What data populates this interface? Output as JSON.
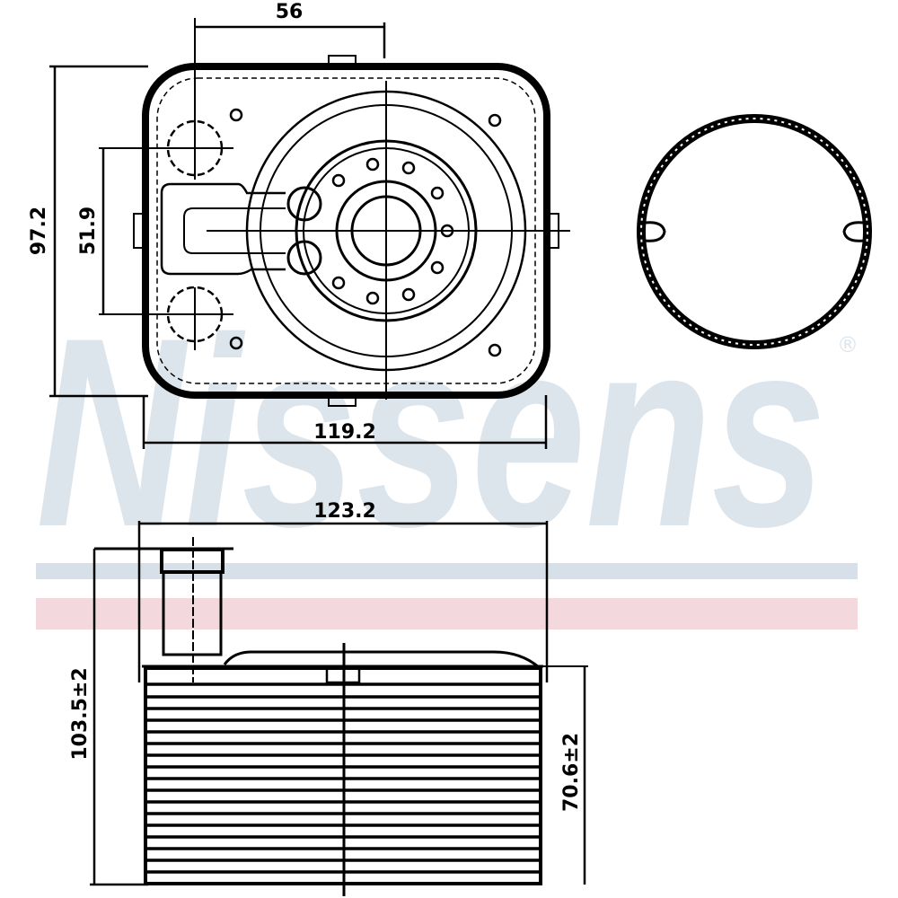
{
  "watermark": {
    "brand": "Nissens",
    "registered_symbol": "®",
    "stripe_colors": {
      "blue": "#d7e0e9",
      "red": "#f3d9de",
      "text": "#dce4ec"
    }
  },
  "top_view": {
    "dimensions": {
      "port_spacing_width": "56",
      "overall_height": "97.2",
      "port_spacing_height": "51.9",
      "body_width": "119.2"
    }
  },
  "side_view": {
    "dimensions": {
      "overall_width": "123.2",
      "overall_height": "103.5±2",
      "core_height": "70.6±2"
    }
  },
  "seal_ring": {
    "label": ""
  }
}
